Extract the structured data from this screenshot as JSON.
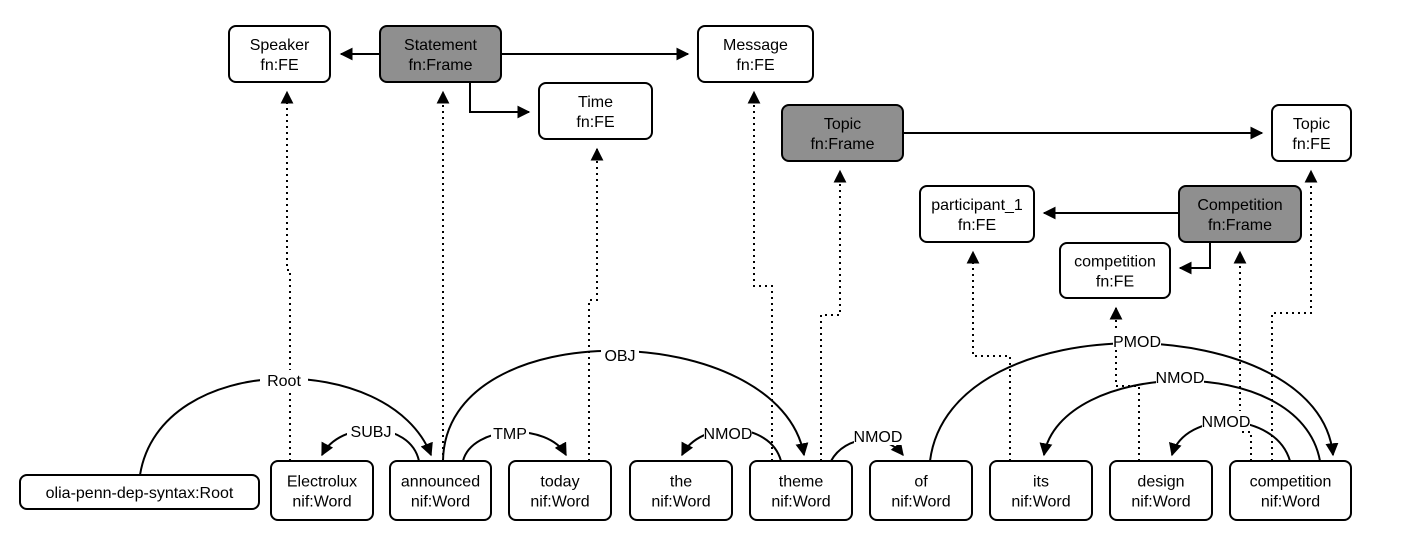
{
  "colors": {
    "frame_fill": "#8f8f8f",
    "box_fill": "#ffffff",
    "stroke": "#000000"
  },
  "nodes": [
    {
      "id": "speaker",
      "lines": [
        "Speaker",
        "fn:FE"
      ],
      "kind": "fe"
    },
    {
      "id": "statement",
      "lines": [
        "Statement",
        "fn:Frame"
      ],
      "kind": "frame"
    },
    {
      "id": "message",
      "lines": [
        "Message",
        "fn:FE"
      ],
      "kind": "fe"
    },
    {
      "id": "time",
      "lines": [
        "Time",
        "fn:FE"
      ],
      "kind": "fe"
    },
    {
      "id": "topic_frame",
      "lines": [
        "Topic",
        "fn:Frame"
      ],
      "kind": "frame"
    },
    {
      "id": "topic_fe",
      "lines": [
        "Topic",
        "fn:FE"
      ],
      "kind": "fe"
    },
    {
      "id": "participant",
      "lines": [
        "participant_1",
        "fn:FE"
      ],
      "kind": "fe"
    },
    {
      "id": "competition_frame",
      "lines": [
        "Competition",
        "fn:Frame"
      ],
      "kind": "frame"
    },
    {
      "id": "competition_fe",
      "lines": [
        "competition",
        "fn:FE"
      ],
      "kind": "fe"
    },
    {
      "id": "root",
      "lines": [
        "olia-penn-dep-syntax:Root"
      ],
      "kind": "root"
    },
    {
      "id": "w_electrolux",
      "lines": [
        "Electrolux",
        "nif:Word"
      ],
      "kind": "word"
    },
    {
      "id": "w_announced",
      "lines": [
        "announced",
        "nif:Word"
      ],
      "kind": "word"
    },
    {
      "id": "w_today",
      "lines": [
        "today",
        "nif:Word"
      ],
      "kind": "word"
    },
    {
      "id": "w_the",
      "lines": [
        "the",
        "nif:Word"
      ],
      "kind": "word"
    },
    {
      "id": "w_theme",
      "lines": [
        "theme",
        "nif:Word"
      ],
      "kind": "word"
    },
    {
      "id": "w_of",
      "lines": [
        "of",
        "nif:Word"
      ],
      "kind": "word"
    },
    {
      "id": "w_its",
      "lines": [
        "its",
        "nif:Word"
      ],
      "kind": "word"
    },
    {
      "id": "w_design",
      "lines": [
        "design",
        "nif:Word"
      ],
      "kind": "word"
    },
    {
      "id": "w_competition",
      "lines": [
        "competition",
        "nif:Word"
      ],
      "kind": "word"
    }
  ],
  "frame_edges": [
    {
      "from": "statement",
      "to": "speaker"
    },
    {
      "from": "statement",
      "to": "message"
    },
    {
      "from": "statement",
      "to": "time"
    },
    {
      "from": "topic_frame",
      "to": "topic_fe"
    },
    {
      "from": "competition_frame",
      "to": "participant"
    },
    {
      "from": "competition_frame",
      "to": "competition_fe"
    }
  ],
  "word_links": [
    {
      "from": "w_electrolux",
      "to": "speaker"
    },
    {
      "from": "w_announced",
      "to": "statement"
    },
    {
      "from": "w_today",
      "to": "time"
    },
    {
      "from": "w_theme",
      "to": "message"
    },
    {
      "from": "w_theme",
      "to": "topic_frame"
    },
    {
      "from": "w_its",
      "to": "participant"
    },
    {
      "from": "w_design",
      "to": "competition_fe"
    },
    {
      "from": "w_competition",
      "to": "competition_frame"
    },
    {
      "from": "w_competition",
      "to": "topic_fe"
    }
  ],
  "dependencies": [
    {
      "label": "Root",
      "from": "root",
      "to": "w_announced"
    },
    {
      "label": "SUBJ",
      "from": "w_announced",
      "to": "w_electrolux"
    },
    {
      "label": "OBJ",
      "from": "w_announced",
      "to": "w_theme"
    },
    {
      "label": "TMP",
      "from": "w_announced",
      "to": "w_today"
    },
    {
      "label": "NMOD",
      "from": "w_theme",
      "to": "w_the"
    },
    {
      "label": "NMOD",
      "from": "w_theme",
      "to": "w_of"
    },
    {
      "label": "PMOD",
      "from": "w_of",
      "to": "w_competition"
    },
    {
      "label": "NMOD",
      "from": "w_competition",
      "to": "w_its"
    },
    {
      "label": "NMOD",
      "from": "w_competition",
      "to": "w_design"
    }
  ]
}
